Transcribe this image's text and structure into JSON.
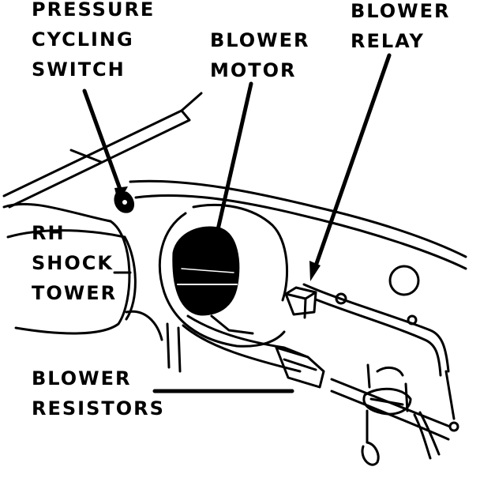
{
  "labels": {
    "pressure_cycling_switch": [
      "PRESSURE",
      "CYCLING",
      "SWITCH"
    ],
    "blower_motor": [
      "BLOWER",
      "MOTOR"
    ],
    "blower_relay": [
      "BLOWER",
      "RELAY"
    ],
    "rh_shock_tower": [
      "RH",
      "SHOCK",
      "TOWER"
    ],
    "blower_resistors": [
      "BLOWER",
      "RESISTORS"
    ]
  },
  "colors": {
    "ink": "#000000",
    "paper": "#ffffff"
  }
}
